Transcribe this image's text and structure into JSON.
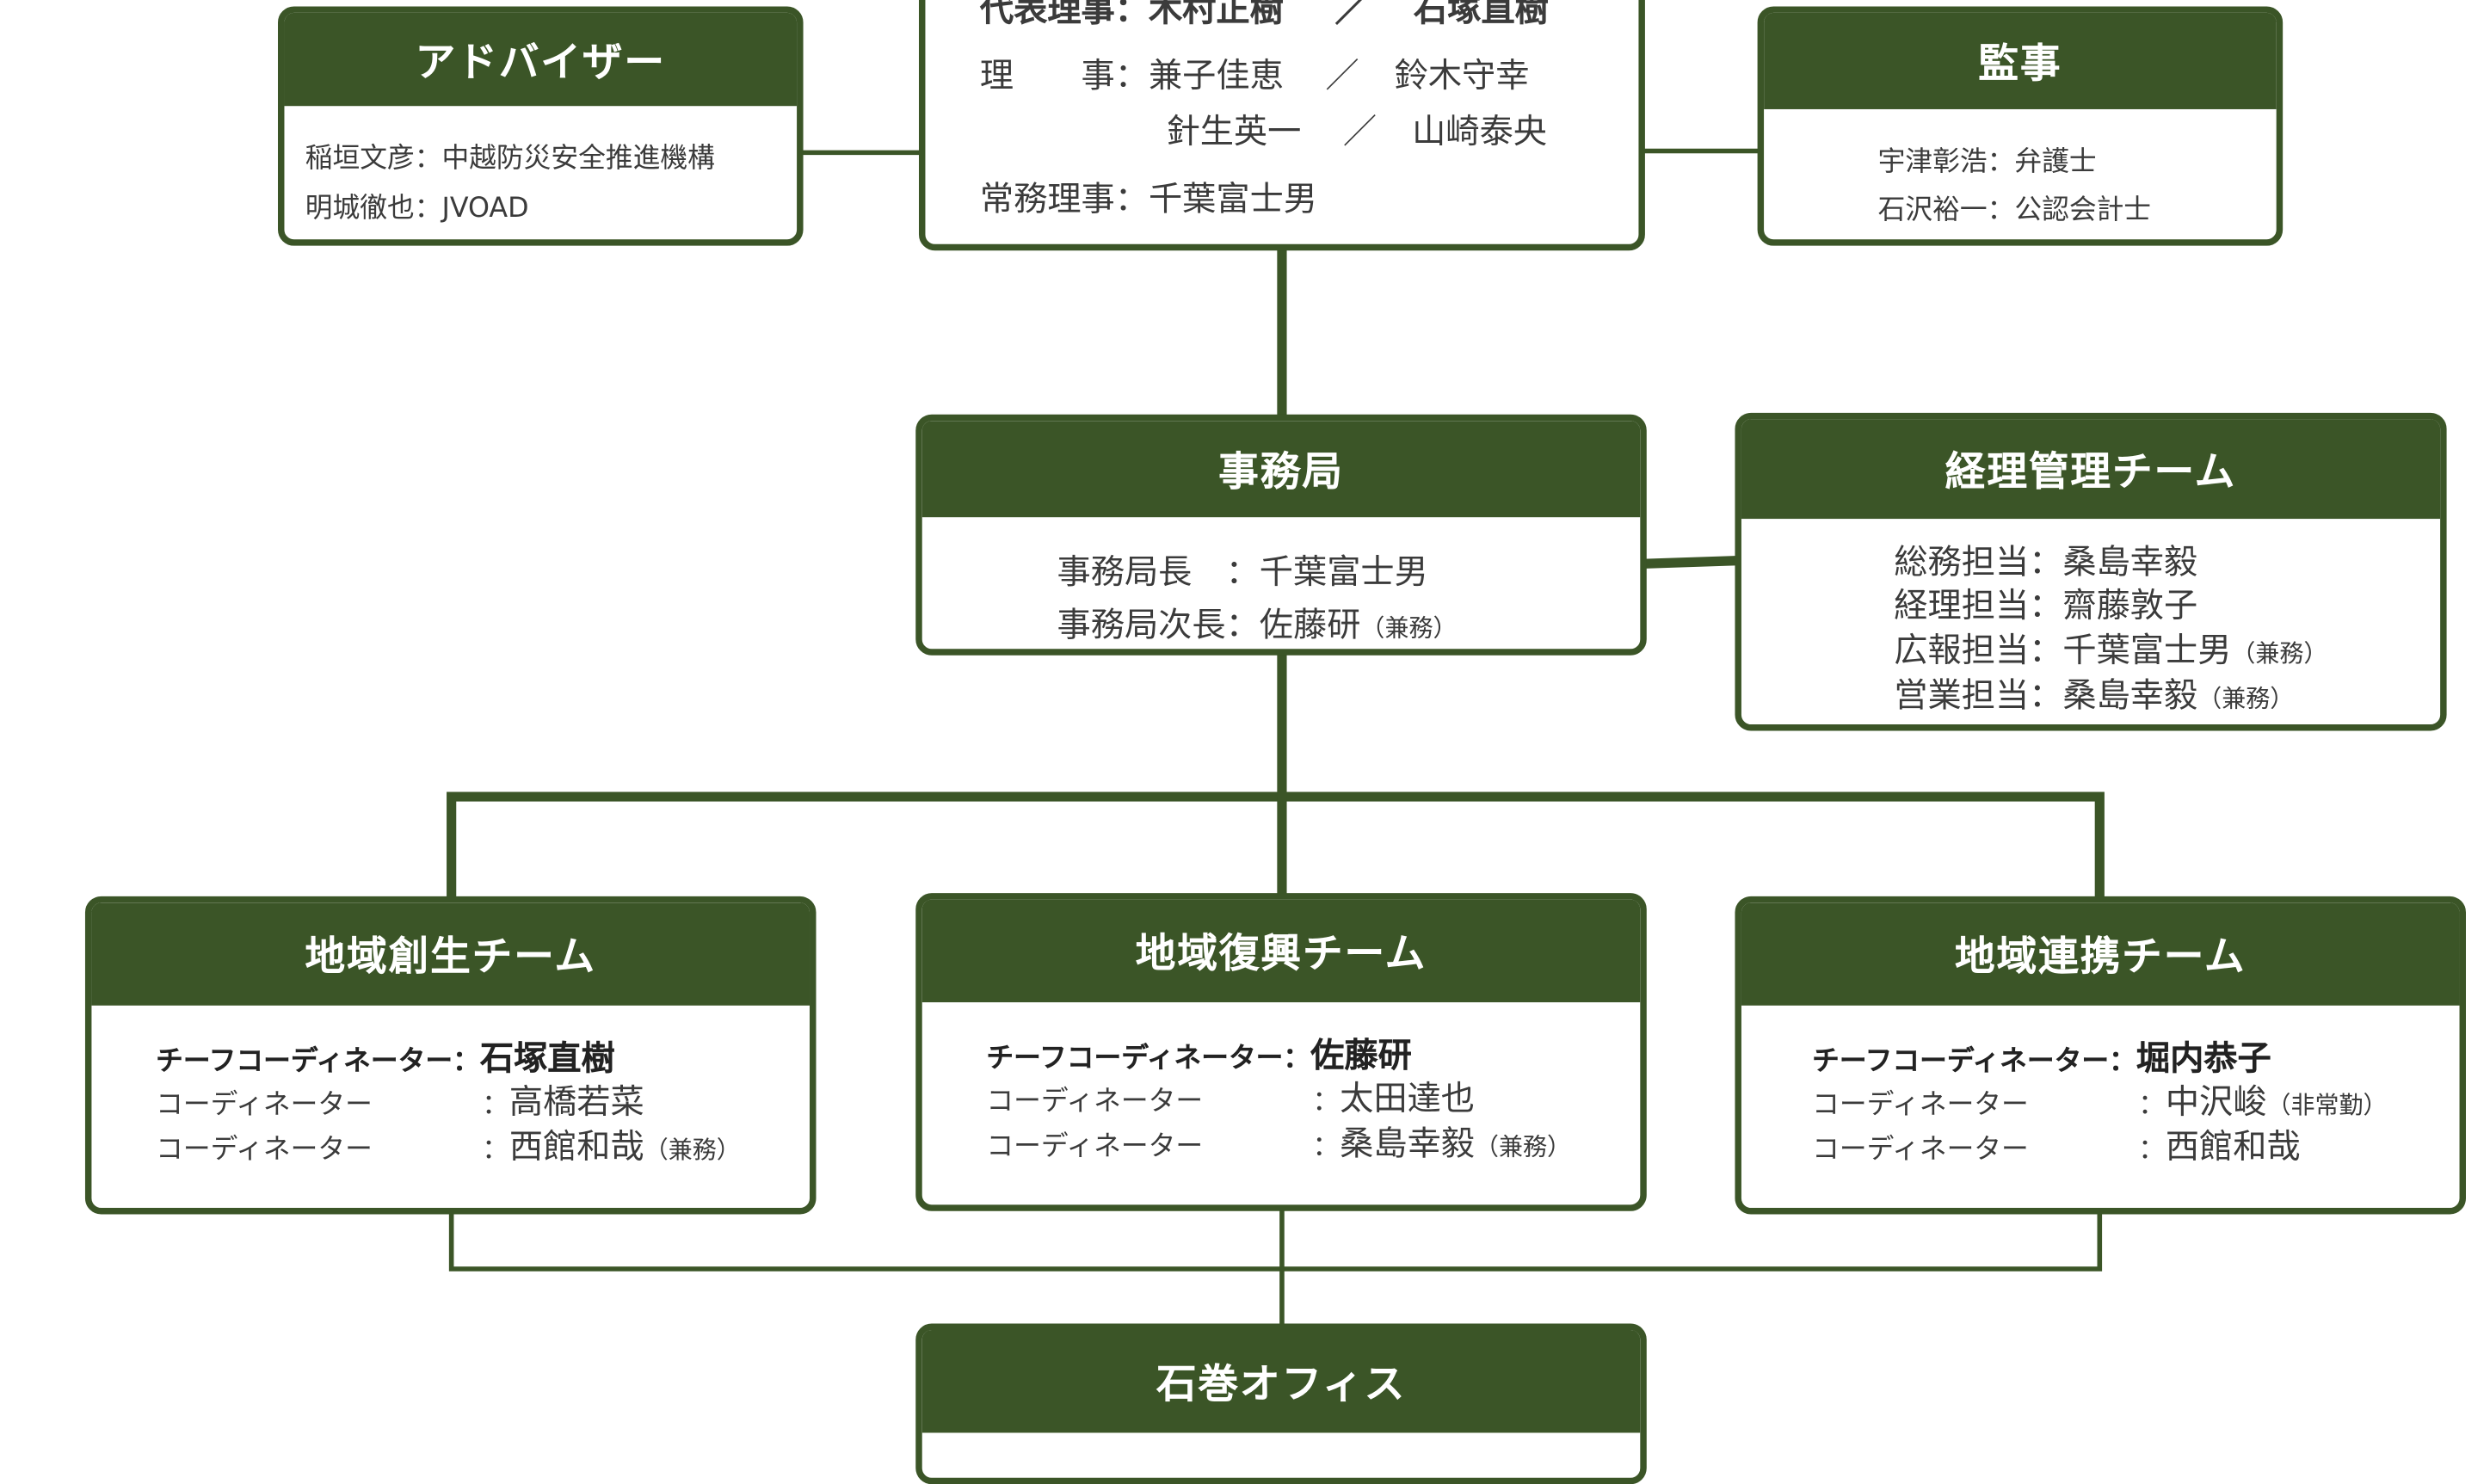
{
  "colors": {
    "primary": "#3b5527",
    "text": "#3b3b3b",
    "background": "#ffffff"
  },
  "board": {
    "rep": {
      "label": "代表理事：",
      "name1": "木村正樹",
      "sep": "／",
      "name2": "石塚直樹"
    },
    "directors": {
      "label": "理　　事：",
      "name1": "兼子佳恵",
      "sep1": "／",
      "name2": "鈴木守幸",
      "name3": "針生英一",
      "sep2": "／",
      "name4": "山崎泰央"
    },
    "executive": {
      "label": "常務理事：",
      "name": "千葉富士男"
    }
  },
  "advisor": {
    "title": "アドバイザー",
    "rows": [
      "稲垣文彦：中越防災安全推進機構",
      "明城徹也：JVOAD"
    ]
  },
  "auditor": {
    "title": "監事",
    "rows": [
      "宇津彰浩：弁護士",
      "石沢裕一：公認会計士"
    ]
  },
  "secretariat": {
    "title": "事務局",
    "row1": {
      "label": "事務局長　：",
      "name": "千葉富士男"
    },
    "row2": {
      "label": "事務局次長：",
      "name": "佐藤研",
      "note": "（兼務）"
    }
  },
  "accounting": {
    "title": "経理管理チーム",
    "rows": [
      {
        "label": "総務担当：",
        "name": "桑島幸毅",
        "note": ""
      },
      {
        "label": "経理担当：",
        "name": "齋藤敦子",
        "note": ""
      },
      {
        "label": "広報担当：",
        "name": "千葉富士男",
        "note": "（兼務）"
      },
      {
        "label": "営業担当：",
        "name": "桑島幸毅",
        "note": "（兼務）"
      }
    ]
  },
  "teams": [
    {
      "title": "地域創生チーム",
      "chief_label": "チーフコーディネーター：",
      "chief": "石塚直樹",
      "members": [
        {
          "label": "コーディネーター",
          "name": "高橋若菜",
          "note": ""
        },
        {
          "label": "コーディネーター",
          "name": "西館和哉",
          "note": "（兼務）"
        }
      ]
    },
    {
      "title": "地域復興チーム",
      "chief_label": "チーフコーディネーター：",
      "chief": "佐藤研",
      "members": [
        {
          "label": "コーディネーター",
          "name": "太田達也",
          "note": ""
        },
        {
          "label": "コーディネーター",
          "name": "桑島幸毅",
          "note": "（兼務）"
        }
      ]
    },
    {
      "title": "地域連携チーム",
      "chief_label": "チーフコーディネーター：",
      "chief": "堀内恭子",
      "members": [
        {
          "label": "コーディネーター",
          "name": "中沢峻",
          "note": "（非常勤）"
        },
        {
          "label": "コーディネーター",
          "name": "西館和哉",
          "note": ""
        }
      ]
    }
  ],
  "colon": "：",
  "office": {
    "title": "石巻オフィス"
  }
}
